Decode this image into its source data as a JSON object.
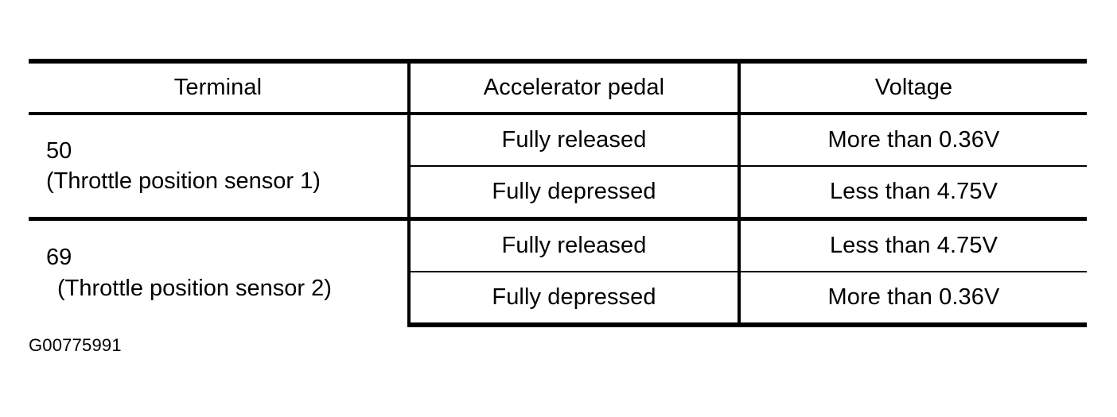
{
  "document": {
    "type": "specification-table",
    "caption": "G00775991",
    "background_color": "#ffffff",
    "text_color": "#000000"
  },
  "table": {
    "columns": [
      "Terminal",
      "Accelerator pedal",
      "Voltage"
    ],
    "groups": [
      {
        "terminal_number": "50",
        "terminal_description": "(Throttle position sensor 1)",
        "rows": [
          {
            "accelerator_pedal": "Fully released",
            "voltage": "More than 0.36V"
          },
          {
            "accelerator_pedal": "Fully depressed",
            "voltage": "Less than 4.75V"
          }
        ]
      },
      {
        "terminal_number": "69",
        "terminal_description": "(Throttle position sensor 2)",
        "rows": [
          {
            "accelerator_pedal": "Fully released",
            "voltage": "Less than 4.75V"
          },
          {
            "accelerator_pedal": "Fully depressed",
            "voltage": "More than 0.36V"
          }
        ]
      }
    ]
  }
}
